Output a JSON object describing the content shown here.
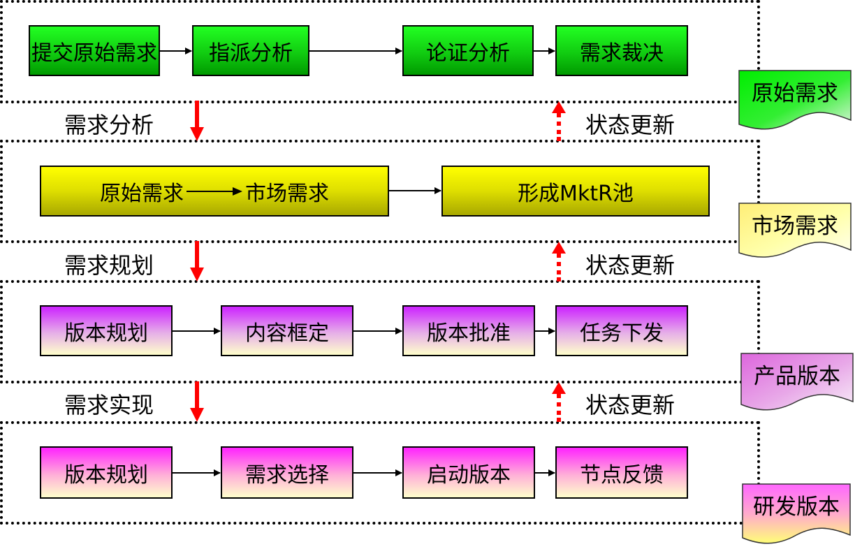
{
  "colors": {
    "green_stage": "#11cc11",
    "yellow_stage": "#dede00",
    "purple_stage": "#cc22ff",
    "magenta_stage": "#ff22ff",
    "arrow_red": "#ff0000"
  },
  "stages": [
    {
      "name": "original",
      "boxes": [
        "提交原始需求",
        "指派分析",
        "论证分析",
        "需求裁决"
      ],
      "doc_label": "原始需求"
    },
    {
      "name": "market",
      "box_combined": {
        "from": "原始需求",
        "to": "市场需求"
      },
      "box_pool": "形成MktR池",
      "doc_label": "市场需求"
    },
    {
      "name": "product",
      "boxes": [
        "版本规划",
        "内容框定",
        "版本批准",
        "任务下发"
      ],
      "doc_label": "产品版本"
    },
    {
      "name": "rnd",
      "boxes": [
        "版本规划",
        "需求选择",
        "启动版本",
        "节点反馈"
      ],
      "doc_label": "研发版本"
    }
  ],
  "transitions": [
    {
      "down_label": "需求分析",
      "up_label": "状态更新"
    },
    {
      "down_label": "需求规划",
      "up_label": "状态更新"
    },
    {
      "down_label": "需求实现",
      "up_label": "状态更新"
    }
  ]
}
